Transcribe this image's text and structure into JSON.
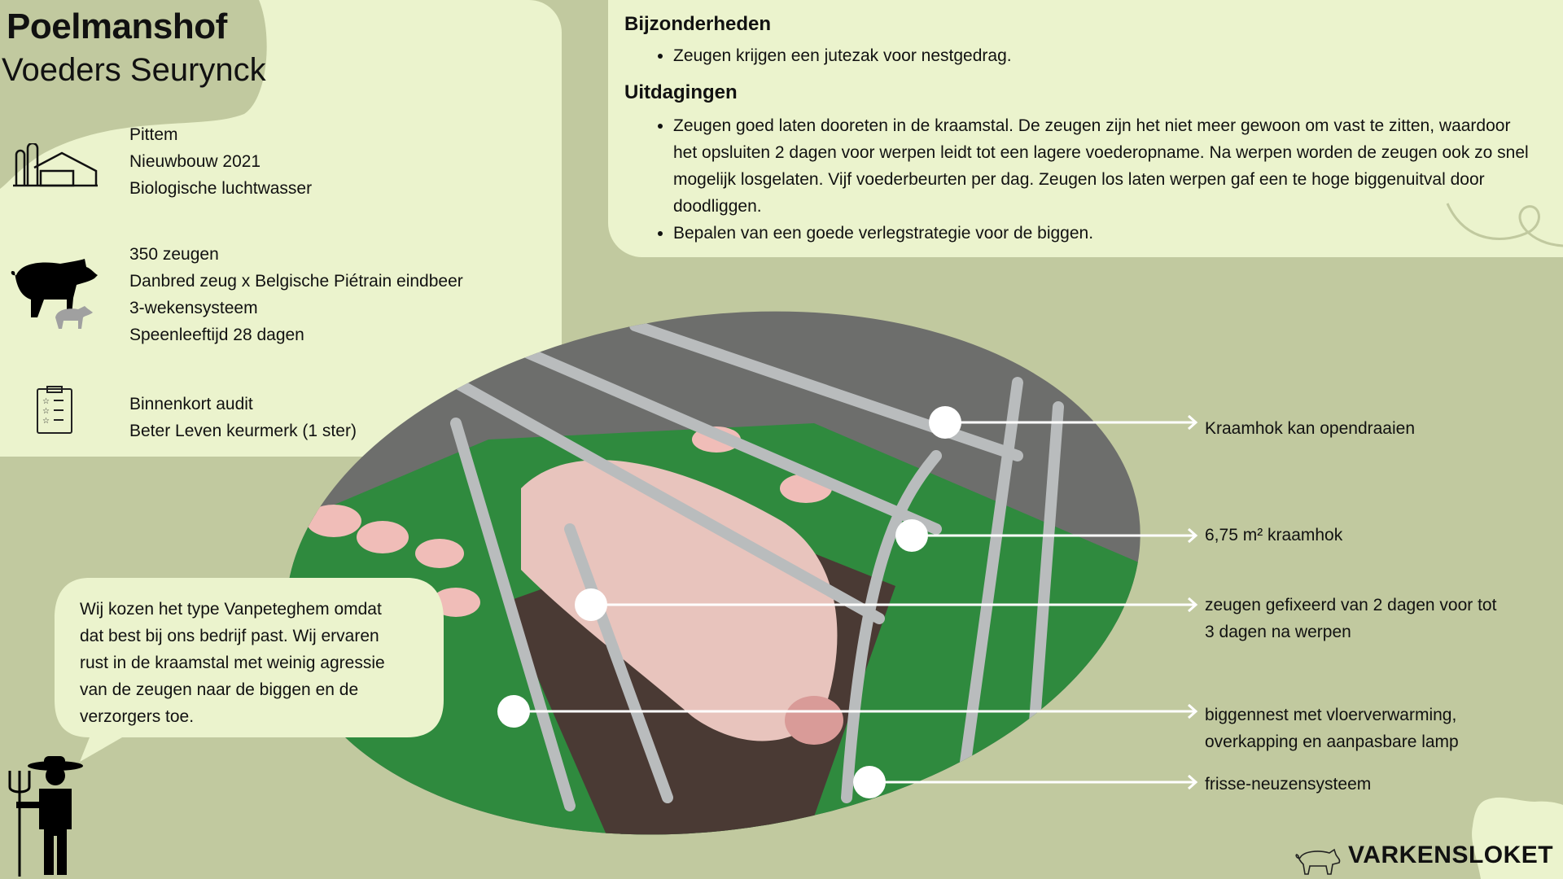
{
  "header": {
    "title": "Poelmanshof",
    "subtitle": "Voeders Seurynck"
  },
  "farm_info": [
    {
      "icon": "farm-building-icon",
      "lines": [
        "Pittem",
        "Nieuwbouw 2021",
        "Biologische luchtwasser"
      ]
    },
    {
      "icon": "pig-icon",
      "lines": [
        "350 zeugen",
        "Danbred zeug x Belgische Piétrain eindbeer",
        "3-wekensysteem",
        "Speenleeftijd 28 dagen"
      ]
    },
    {
      "icon": "checklist-icon",
      "lines": [
        "Binnenkort audit",
        "Beter Leven keurmerk (1 ster)"
      ]
    }
  ],
  "details": {
    "bijzonderheden_title": "Bijzonderheden",
    "bijzonderheden": [
      "Zeugen krijgen een jutezak voor nestgedrag."
    ],
    "uitdagingen_title": "Uitdagingen",
    "uitdagingen": [
      "Zeugen goed laten dooreten in de kraamstal. De zeugen zijn het niet meer gewoon om vast te zitten, waardoor het opsluiten 2 dagen voor werpen leidt tot een lagere voederopname. Na werpen worden de zeugen ook zo snel mogelijk losgelaten. Vijf voederbeurten per dag. Zeugen los laten werpen gaf een te hoge biggenuitval door doodliggen.",
      "Bepalen van een goede verlegstrategie voor de biggen."
    ]
  },
  "annotations": [
    {
      "lines": [
        "Kraamhok kan opendraaien"
      ]
    },
    {
      "lines": [
        "6,75 m² kraamhok"
      ]
    },
    {
      "lines": [
        "zeugen gefixeerd van 2 dagen voor tot",
        "3 dagen na werpen"
      ]
    },
    {
      "lines": [
        "biggennest met vloerverwarming,",
        "overkapping en aanpasbare lamp"
      ]
    },
    {
      "lines": [
        "frisse-neuzensysteem"
      ]
    }
  ],
  "quote": {
    "lines": [
      "Wij kozen het type Vanpeteghem omdat",
      "dat best bij ons bedrijf past. Wij ervaren",
      "rust in de kraamstal met weinig agressie",
      "van de zeugen naar de biggen en de",
      "verzorgers toe."
    ]
  },
  "logo": {
    "text": "VARKENSLOKET"
  },
  "colors": {
    "background": "#c1c99f",
    "panel": "#ebf3cd",
    "text": "#111111",
    "floor": "#2f8a3e"
  }
}
